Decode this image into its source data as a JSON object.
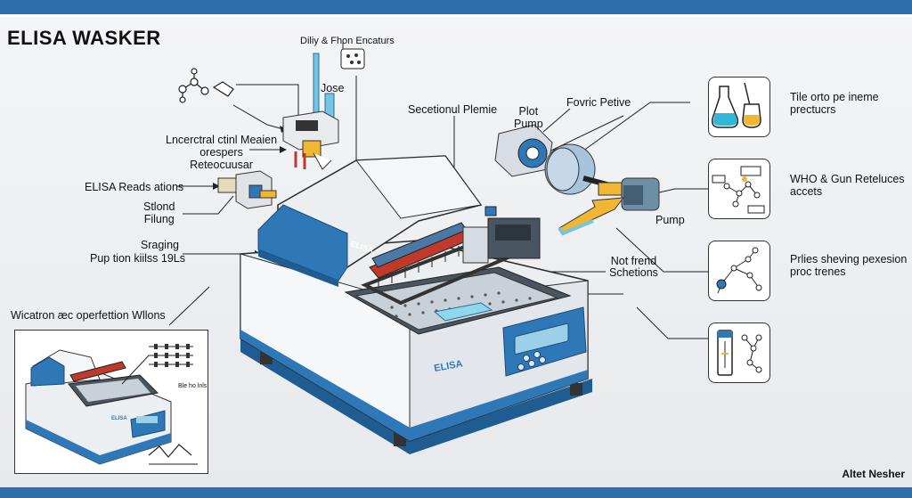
{
  "title": "ELISA WASKER",
  "credit": "Altet Nesher",
  "labels": {
    "top_center": "Diliy & Fhon Encaturs",
    "jose": "Jose",
    "uncentral": "Lncerctral ctinl Meaien\norespers\nReteocuusar",
    "elisa_reads": "ELISA Reads ations",
    "siltond": "Stlond\nFilung",
    "sraging": "Sraging\nPup tion kiilss 19Ls",
    "wicatron": "Wicatron æc operfettion Wllons",
    "sectional": "Secetionul Plemie",
    "plot_pump": "Plot\nPump",
    "fovric": "Fovric Petive",
    "pump": "Pump",
    "not_frend": "Not frend\nSchetions",
    "right_1": "Tile orto pe ineme\nprectucrs",
    "right_2": "WHO & Gun Reteluces\naccets",
    "right_3": "Prlies sheving pexesion\nproc trenes",
    "inset_text": "Ble ho lnls",
    "machine_brand": "ELISA",
    "machine_badge": "ELISA",
    "inset_brand": "ELISA"
  },
  "colors": {
    "accent_blue": "#2e6fae",
    "machine_body": "#e9ecef",
    "machine_blue": "#2f78b8",
    "cyan_fluid": "#31b7d8",
    "amber_fluid": "#f2b632"
  },
  "icons": [
    "flask-icon",
    "molecule-icon",
    "network-icon",
    "tube-icon"
  ]
}
